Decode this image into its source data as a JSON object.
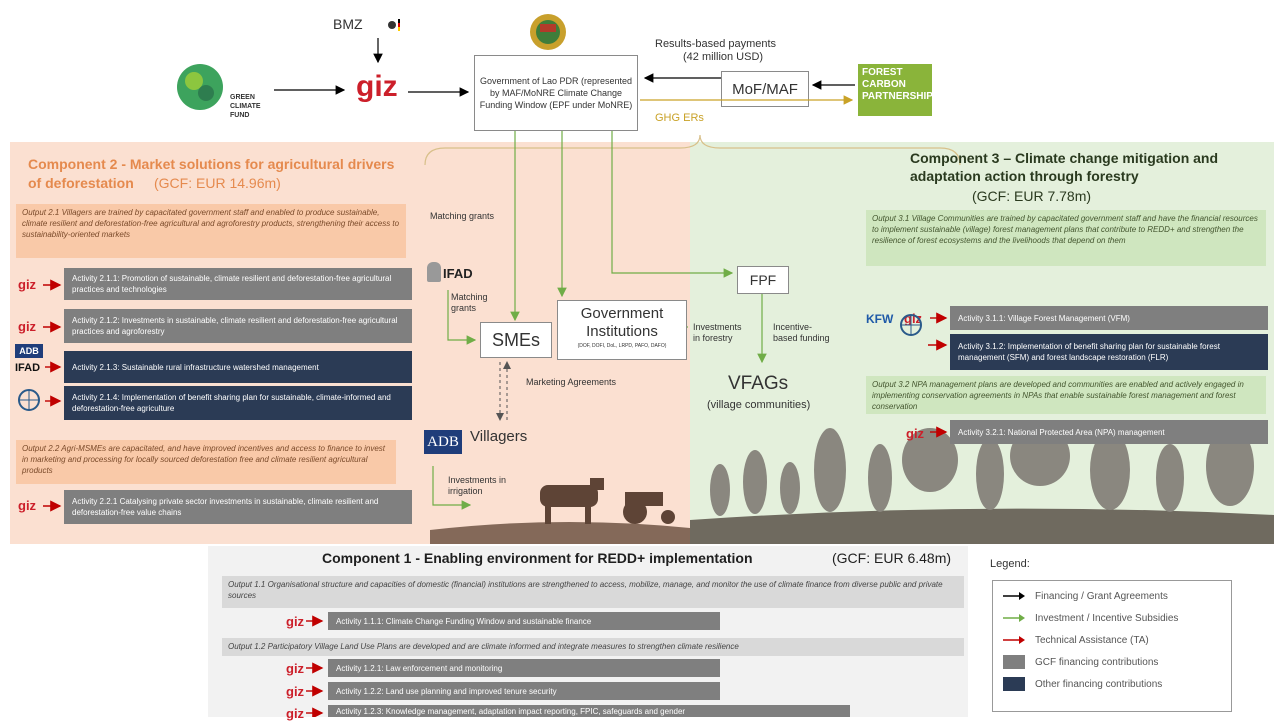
{
  "top": {
    "bmz": "BMZ",
    "giz": "giz",
    "gcf_logo": "GREEN CLIMATE FUND",
    "gov_box": "Government of Lao PDR (represented by MAF/MoNRE Climate Change Funding Window (EPF under MoNRE)",
    "results_payments": "Results-based payments",
    "results_amount": "(42 million USD)",
    "mof": "MoF/MAF",
    "fcp_logo": "FOREST CARBON PARTNERSHIP",
    "ghg": "GHG ERs"
  },
  "component2": {
    "title_a": "Component 2 - Market solutions for agricultural drivers",
    "title_b": "of deforestation",
    "budget": "(GCF: EUR 14.96m)",
    "output_2_1": "Output 2.1 Villagers are trained by capacitated government staff and enabled to produce sustainable, climate resilient and deforestation-free agricultural and agroforestry products, strengthening their access to sustainability-oriented markets",
    "activities": [
      {
        "label": "Activity 2.1.1: Promotion of sustainable, climate resilient and deforestation-free agricultural practices and technologies",
        "org": "giz",
        "type": "gcf"
      },
      {
        "label": "Activity 2.1.2: Investments in sustainable, climate resilient and deforestation-free agricultural practices and agroforestry",
        "org": "giz",
        "type": "gcf"
      },
      {
        "label": "Activity 2.1.3: Sustainable rural infrastructure watershed management",
        "org": "ADB IFAD",
        "type": "other"
      },
      {
        "label": "Activity 2.1.4: Implementation of benefit sharing plan for sustainable, climate-informed and deforestation-free agriculture",
        "org": "THE WORLD BANK",
        "type": "other"
      }
    ],
    "output_2_2": "Output 2.2 Agri-MSMEs are capacitated, and have improved incentives and access to finance to invest in marketing and processing for locally sourced deforestation free and climate resilient agricultural products",
    "activity_2_2_1": "Activity 2.2.1 Catalysing private sector investments in sustainable, climate resilient and deforestation-free value chains"
  },
  "center": {
    "matching_grants_top": "Matching grants",
    "ifad": "IFAD",
    "matching_grants": "Matching grants",
    "smes": "SMEs",
    "gov_inst": "Government Institutions",
    "gov_inst_sub": "(DOF, DOFI, DoL, LRPD, PAFO, DAFO)",
    "marketing": "Marketing Agreements",
    "villagers": "Villagers",
    "adb": "ADB",
    "invest_irrigation": "Investments in irrigation",
    "fpf": "FPF",
    "invest_forestry": "Investments in forestry",
    "incentive_funding": "Incentive-based funding",
    "vfags": "VFAGs",
    "village_comm": "(village communities)"
  },
  "component3": {
    "title_a": "Component 3 – Climate change mitigation and",
    "title_b": "adaptation action through forestry",
    "budget": "(GCF: EUR 7.78m)",
    "output_3_1": "Output 3.1 Village Communities are trained by capacitated government staff and have the financial resources to implement sustainable (village) forest management plans that contribute to REDD+ and strengthen the resilience of forest ecosystems and the livelihoods that depend on them",
    "activity_3_1_1": "Activity 3.1.1: Village Forest Management (VFM)",
    "kfw": "KFW",
    "activity_3_1_2": "Activity 3.1.2: Implementation of benefit sharing plan for sustainable forest management (SFM) and forest landscape restoration (FLR)",
    "world_bank": "THE WORLD BANK",
    "output_3_2": "Output 3.2 NPA management plans are developed and communities are enabled and actively engaged in implementing conservation agreements in NPAs that enable sustainable forest management and forest conservation",
    "activity_3_2_1": "Activity 3.2.1: National Protected Area (NPA) management"
  },
  "component1": {
    "title": "Component 1 - Enabling environment for REDD+ implementation",
    "budget": "(GCF: EUR 6.48m)",
    "output_1_1": "Output 1.1 Organisational structure and capacities of domestic (financial) institutions are strengthened to access, mobilize, manage, and monitor the use of climate finance from diverse public and private sources",
    "activity_1_1_1": "Activity 1.1.1: Climate Change Funding Window and sustainable finance",
    "output_1_2": "Output 1.2 Participatory Village Land Use Plans are developed and are climate informed and integrate measures to strengthen climate resilience",
    "activity_1_2_1": "Activity 1.2.1: Law enforcement and monitoring",
    "activity_1_2_2": "Activity 1.2.2: Land use planning and improved tenure security",
    "activity_1_2_3": "Activity 1.2.3: Knowledge management, adaptation impact reporting, FPIC, safeguards and gender"
  },
  "legend": {
    "title": "Legend:",
    "items": [
      {
        "label": "Financing / Grant Agreements",
        "color": "#000000",
        "kind": "arrow"
      },
      {
        "label": "Investment / Incentive Subsidies",
        "color": "#70ad47",
        "kind": "arrow"
      },
      {
        "label": "Technical Assistance (TA)",
        "color": "#c00000",
        "kind": "arrow"
      },
      {
        "label": "GCF financing contributions",
        "color": "#7f7f7f",
        "kind": "swatch"
      },
      {
        "label": "Other financing contributions",
        "color": "#2b3b55",
        "kind": "swatch"
      }
    ]
  },
  "colors": {
    "comp2_title": "#e58a4e",
    "comp3_title": "#2a3a1f",
    "comp1_title": "#1f1f1f",
    "giz_red": "#cc1f2a",
    "green_arrow": "#70ad47",
    "gold_arrow": "#c9a227"
  }
}
